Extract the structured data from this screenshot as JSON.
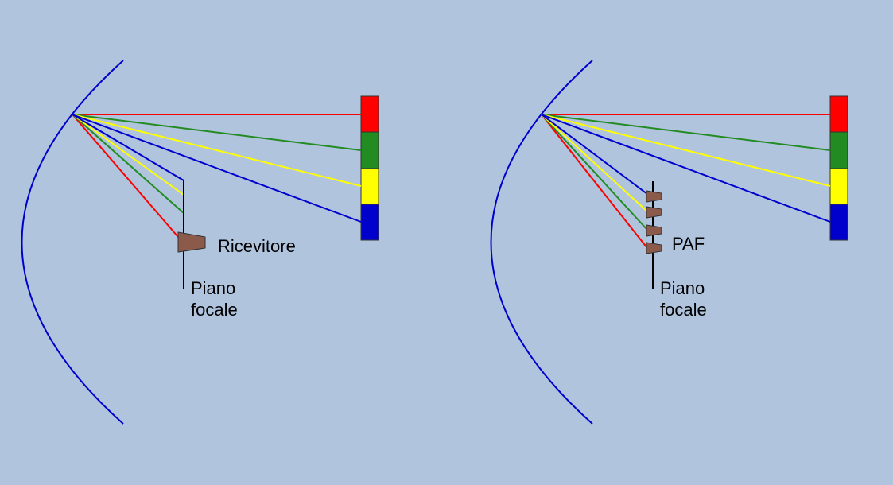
{
  "colors": {
    "background": "#b0c4de",
    "reflector": "#0000cd",
    "red": "#ff0000",
    "green": "#228b22",
    "yellow": "#ffff00",
    "blue": "#0000cd",
    "feed_horn": "#8b5a4a",
    "focal_plane": "#000000"
  },
  "panels": [
    {
      "id": "single-feed",
      "receiver_label": "Ricevitore",
      "focal_plane_label_line1": "Piano",
      "focal_plane_label_line2": "focale"
    },
    {
      "id": "phased-array-feed",
      "receiver_label": "PAF",
      "focal_plane_label_line1": "Piano",
      "focal_plane_label_line2": "focale"
    }
  ]
}
